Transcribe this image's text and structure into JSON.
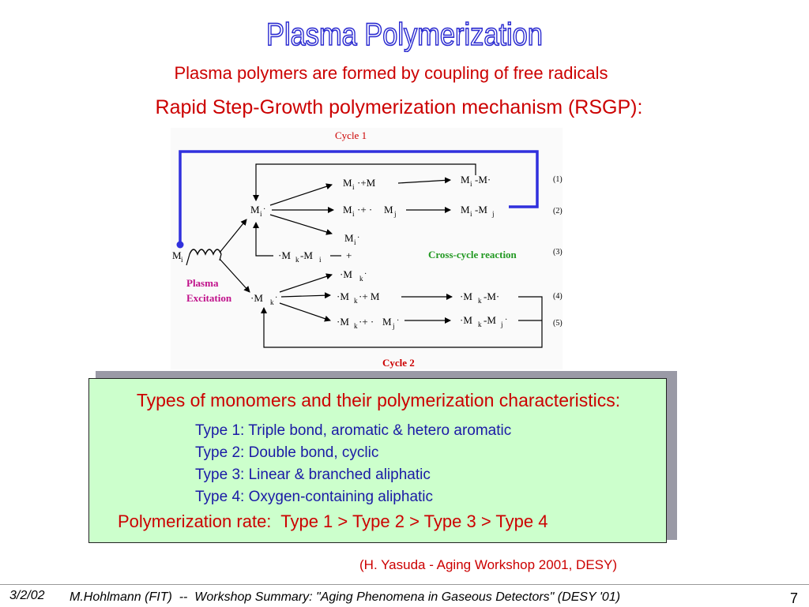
{
  "slide": {
    "title": "Plasma Polymerization",
    "subtitle": "Plasma polymers are formed by coupling of free radicals",
    "mechanism": "Rapid Step-Growth polymerization mechanism (RSGP):"
  },
  "diagram": {
    "cycle1": "Cycle 1",
    "cycle2": "Cycle 2",
    "cross_cycle": "Cross-cycle reaction",
    "plasma": "Plasma",
    "excitation": "Excitation",
    "monomer_Mi": "M",
    "Mi_radical": "M",
    "Mk_radical": "·M",
    "r1_left": "M",
    "r1_right": "M",
    "r2_left": "M",
    "r2_mid": "M",
    "r2_right": "M",
    "r3_top": "M",
    "r3_left": "·M",
    "r3_mid": "-M",
    "plus": "+",
    "r4_top": "·M",
    "r4_left": "·M",
    "r4_right": "·M",
    "r5_left": "·M",
    "r5_mid": "M",
    "r5_right": "·M",
    "eq_labels": [
      "(1)",
      "(2)",
      "(3)",
      "(4)",
      "(5)"
    ]
  },
  "box": {
    "heading": "Types of monomers and their polymerization characteristics:",
    "types": [
      "Type 1: Triple bond, aromatic & hetero aromatic",
      "Type 2: Double bond, cyclic",
      "Type 3: Linear & branched aliphatic",
      "Type 4: Oxygen-containing aliphatic"
    ],
    "rate": "Polymerization rate:  Type 1 > Type 2 > Type 3 > Type 4"
  },
  "citation": "(H. Yasuda - Aging Workshop 2001, DESY)",
  "footer": {
    "date": "3/2/02",
    "text": "M.Hohlmann (FIT)  --  Workshop Summary: \"Aging Phenomena in Gaseous Detectors\" (DESY '01)",
    "page": "7"
  },
  "colors": {
    "title_outline": "#2a2ad0",
    "red_text": "#cc0000",
    "blue_text": "#1a1aa6",
    "box_fill": "#ccffcc",
    "loop_blue": "#3030dd",
    "cross_green": "#229922",
    "plasma_magenta": "#c0108a"
  }
}
